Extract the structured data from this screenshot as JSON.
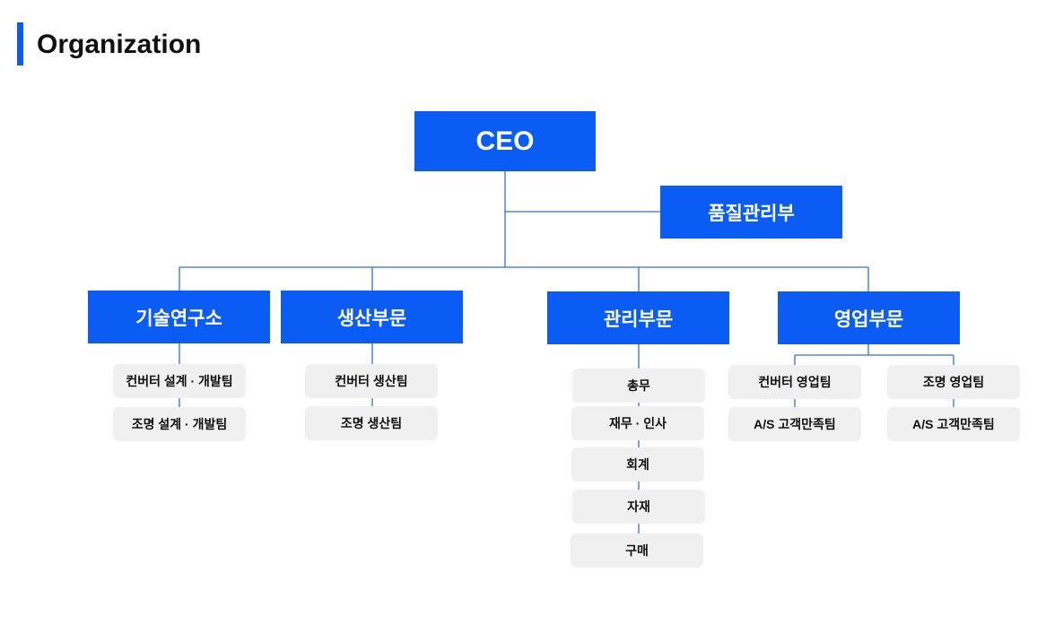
{
  "page": {
    "title": "Organization"
  },
  "org": {
    "ceo": "CEO",
    "quality": "품질관리부",
    "departments": [
      {
        "name": "기술연구소",
        "teams": [
          "컨버터 설계 · 개발팀",
          "조명 설계 · 개발팀"
        ]
      },
      {
        "name": "생산부문",
        "teams": [
          "컨버터 생산팀",
          "조명 생산팀"
        ]
      },
      {
        "name": "관리부문",
        "teams": [
          "총무",
          "재무 · 인사",
          "회계",
          "자재",
          "구매"
        ]
      },
      {
        "name": "영업부문",
        "groups": [
          {
            "teams": [
              "컨버터 영업팀",
              "A/S 고객만족팀"
            ]
          },
          {
            "teams": [
              "조명 영업팀",
              "A/S 고객만족팀"
            ]
          }
        ]
      }
    ]
  },
  "colors": {
    "accent": "#0a5cf5",
    "team_bg": "#f0f0f0",
    "connector": "#2d6fe0"
  }
}
